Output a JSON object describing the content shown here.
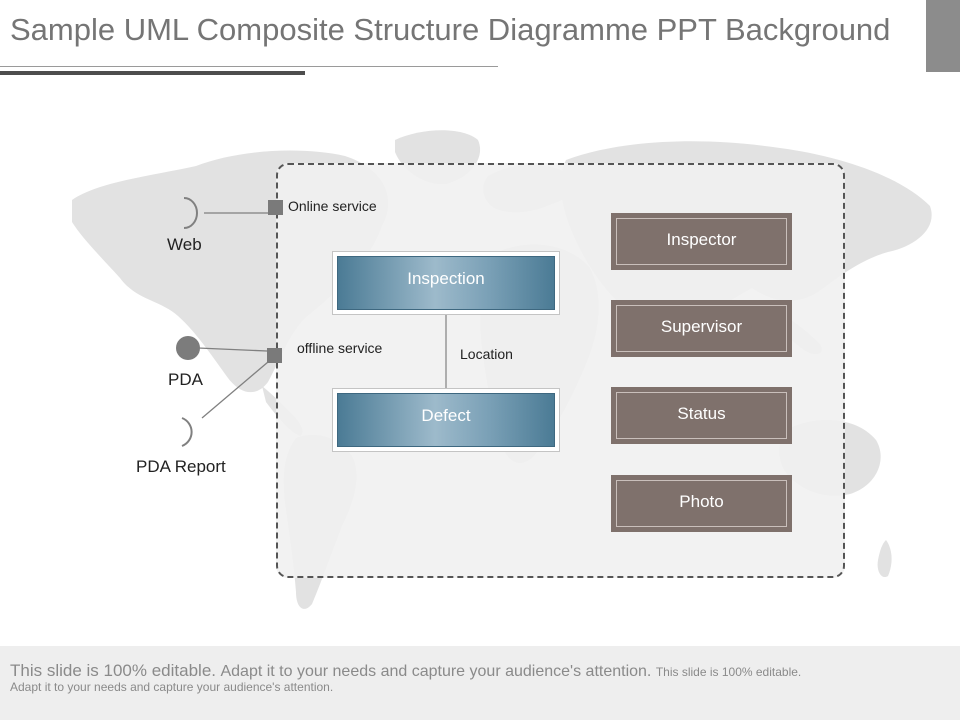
{
  "slide": {
    "title": "Sample UML Composite Structure Diagramme PPT Background"
  },
  "interfaces": {
    "web": "Web",
    "pda": "PDA",
    "pda_report": "PDA Report"
  },
  "ports": {
    "online": "Online service",
    "offline": "offline service"
  },
  "components": {
    "inspection": "Inspection",
    "defect": "Defect",
    "connector_label": "Location"
  },
  "roles": [
    "Inspector",
    "Supervisor",
    "Status",
    "Photo"
  ],
  "footer": {
    "line1_strong": "This slide is 100% editable.",
    "line1_mid": "Adapt it to your needs and capture your audience's attention.",
    "line1_small": "This slide is 100% editable.",
    "line2": "Adapt it to your needs and capture your audience's attention."
  },
  "colors": {
    "component_blue": "#5a88a2",
    "role_taupe": "#7f716c",
    "map_gray": "#e2e2e2"
  }
}
